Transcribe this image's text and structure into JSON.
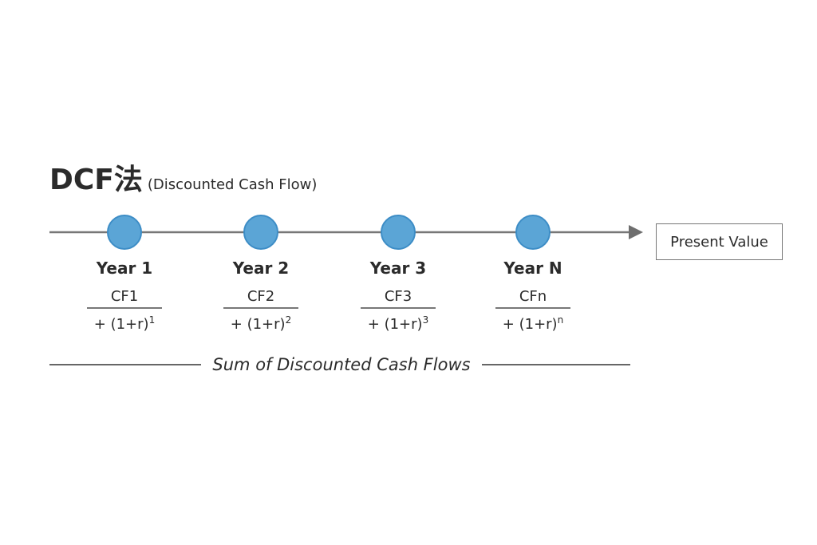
{
  "title": {
    "main": "DCF法",
    "subtitle": "(Discounted Cash Flow)"
  },
  "nodes": [
    {
      "year": "Year 1",
      "numerator": "CF1",
      "denominator": "+ (1+r)",
      "exponent": "1"
    },
    {
      "year": "Year 2",
      "numerator": "CF2",
      "denominator": "+ (1+r)",
      "exponent": "2"
    },
    {
      "year": "Year 3",
      "numerator": "CF3",
      "denominator": "+ (1+r)",
      "exponent": "3"
    },
    {
      "year": "Year N",
      "numerator": "CFn",
      "denominator": "+ (1+r)",
      "exponent": "n"
    }
  ],
  "result_box": "Present Value",
  "sum_label": "Sum of Discounted Cash Flows",
  "colors": {
    "node_fill": "#5ba5d6",
    "node_stroke": "#3d8dc6",
    "line": "#777777"
  }
}
